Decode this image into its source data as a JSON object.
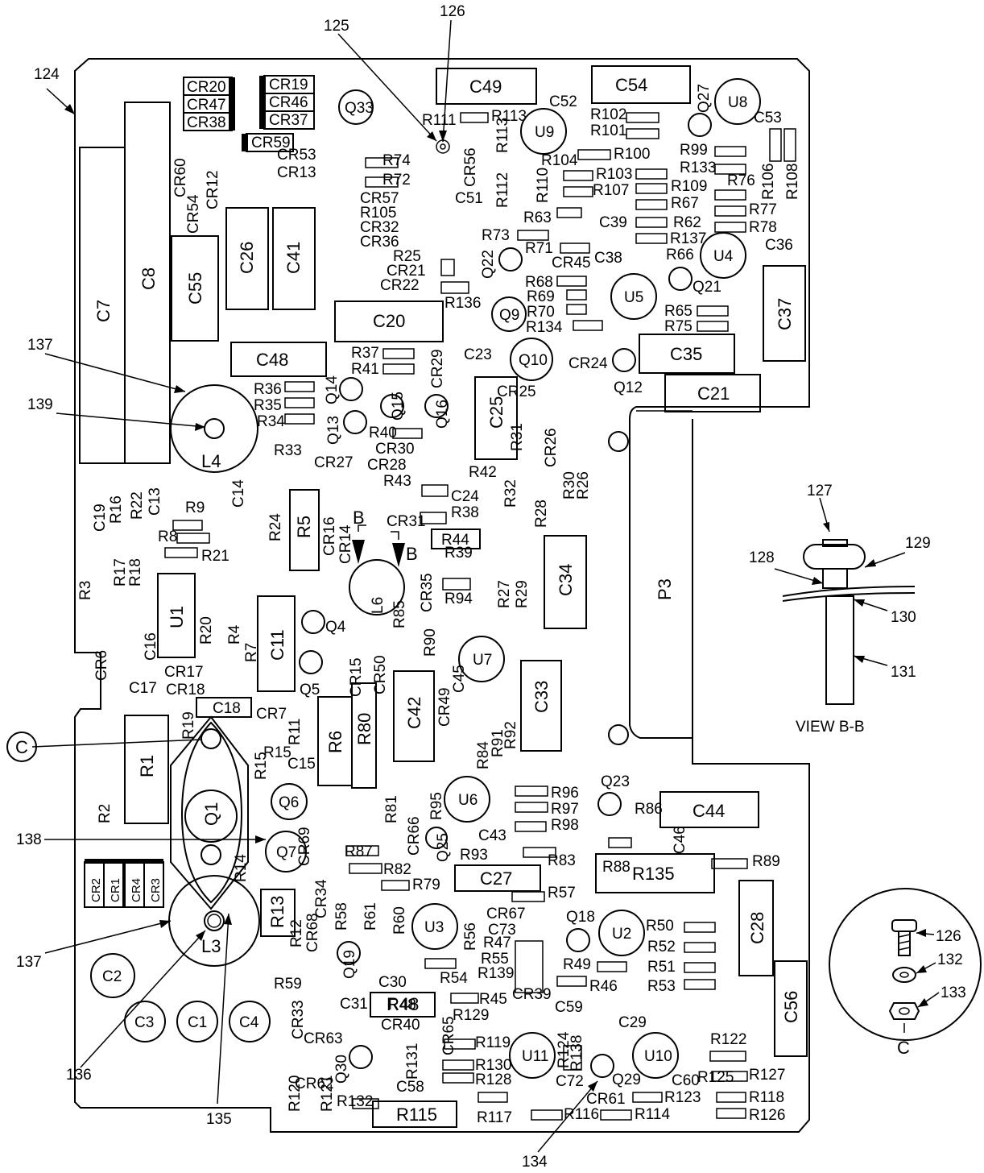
{
  "callouts": {
    "c124": "124",
    "c125": "125",
    "c126": "126",
    "c127": "127",
    "c128": "128",
    "c129": "129",
    "c130": "130",
    "c131": "131",
    "c132": "132",
    "c133": "133",
    "c134": "134",
    "c135": "135",
    "c136": "136",
    "c137a": "137",
    "c137b": "137",
    "c138": "138",
    "c139": "139",
    "c126b": "126"
  },
  "view_title": "VIEW B-B",
  "section_mark": "B",
  "point_c": "C",
  "detail_c": "C",
  "connector": "P3",
  "big_parts": {
    "C7": "C7",
    "C8": "C8",
    "C55": "C55",
    "C26": "C26",
    "C41": "C41",
    "C20": "C20",
    "C48": "C48",
    "C49": "C49",
    "C54": "C54",
    "C37": "C37",
    "C35": "C35",
    "C21": "C21",
    "C25": "C25",
    "C34": "C34",
    "C33": "C33",
    "C42": "C42",
    "C44": "C44",
    "C27": "C27",
    "C28": "C28",
    "C56": "C56",
    "C11": "C11",
    "C18": "C18",
    "R1": "R1",
    "R6": "R6",
    "R80": "R80",
    "R5": "R5",
    "R44": "R44",
    "R48": "R48",
    "R115": "R115",
    "R135": "R135",
    "U1": "U1",
    "R13": "R13"
  },
  "round_parts": {
    "Q33": "Q33",
    "U9": "U9",
    "U8": "U8",
    "U4": "U4",
    "U5": "U5",
    "Q9": "Q9",
    "Q10": "Q10",
    "U7": "U7",
    "U6": "U6",
    "U3": "U3",
    "U2": "U2",
    "U11": "U11",
    "U10": "U10",
    "Q1": "Q1",
    "Q6": "Q6",
    "Q7": "Q7",
    "L3": "L3",
    "L4": "L4",
    "L6": "L6",
    "C1": "C1",
    "C2": "C2",
    "C3": "C3",
    "C4": "C4",
    "Q4": "Q4",
    "Q5": "Q5",
    "Q23": "Q23",
    "Q18": "Q18",
    "Q19": "Q19",
    "Q30": "Q30",
    "Q29": "Q29",
    "Q12": "Q12",
    "Q21": "Q21",
    "Q22": "Q22",
    "Q27": "Q27",
    "Q13": "Q13",
    "Q14": "Q14",
    "Q15": "Q15",
    "Q16": "Q16",
    "Q25": "Q25"
  },
  "diode_block": [
    "CR20",
    "CR47",
    "CR38",
    "CR19",
    "CR46",
    "CR37",
    "CR59",
    "CR2",
    "CR1",
    "CR4",
    "CR3"
  ],
  "labels": [
    [
      "R74",
      475,
      205
    ],
    [
      "R72",
      475,
      229
    ],
    [
      "CR57",
      447,
      252
    ],
    [
      "R105",
      447,
      270
    ],
    [
      "CR32",
      447,
      288
    ],
    [
      "CR36",
      447,
      306
    ],
    [
      "R25",
      488,
      324
    ],
    [
      "CR21",
      480,
      342
    ],
    [
      "CR22",
      472,
      360
    ],
    [
      "R136",
      552,
      382
    ],
    [
      "R111",
      524,
      155
    ],
    [
      "R113",
      610,
      150
    ],
    [
      "C52",
      682,
      132
    ],
    [
      "R102",
      733,
      148
    ],
    [
      "R101",
      733,
      168
    ],
    [
      "R104",
      672,
      205
    ],
    [
      "R100",
      762,
      197
    ],
    [
      "R103",
      740,
      222
    ],
    [
      "R107",
      736,
      242
    ],
    [
      "R109",
      833,
      237
    ],
    [
      "R67",
      833,
      258
    ],
    [
      "R99",
      844,
      192
    ],
    [
      "R133",
      844,
      214
    ],
    [
      "R76",
      903,
      230
    ],
    [
      "R77",
      930,
      266
    ],
    [
      "R78",
      930,
      288
    ],
    [
      "C36",
      950,
      310
    ],
    [
      "R62",
      836,
      282
    ],
    [
      "R137",
      832,
      302
    ],
    [
      "R66",
      827,
      322
    ],
    [
      "R63",
      650,
      276
    ],
    [
      "C39",
      744,
      282
    ],
    [
      "R73",
      598,
      298
    ],
    [
      "R71",
      652,
      314
    ],
    [
      "C38",
      738,
      326
    ],
    [
      "CR45",
      685,
      332
    ],
    [
      "R68",
      652,
      356
    ],
    [
      "R69",
      654,
      374
    ],
    [
      "R70",
      654,
      393
    ],
    [
      "R134",
      653,
      412
    ],
    [
      "R65",
      825,
      392
    ],
    [
      "R75",
      825,
      411
    ],
    [
      "C53",
      936,
      152
    ],
    [
      "C51",
      565,
      252
    ],
    [
      "R37",
      436,
      444
    ],
    [
      "R41",
      436,
      464
    ],
    [
      "C23",
      576,
      446
    ],
    [
      "CR24",
      706,
      457
    ],
    [
      "R36",
      315,
      489
    ],
    [
      "R35",
      315,
      509
    ],
    [
      "R34",
      319,
      529
    ],
    [
      "R33",
      340,
      565
    ],
    [
      "CR27",
      390,
      580
    ],
    [
      "R40",
      458,
      543
    ],
    [
      "CR30",
      466,
      563
    ],
    [
      "CR28",
      456,
      583
    ],
    [
      "R43",
      476,
      603
    ],
    [
      "CR25",
      617,
      492
    ],
    [
      "R42",
      582,
      592
    ],
    [
      "C24",
      560,
      622
    ],
    [
      "R38",
      560,
      642
    ],
    [
      "CR31",
      480,
      653
    ],
    [
      "R39",
      552,
      692
    ],
    [
      "R94",
      552,
      749
    ],
    [
      "R9",
      230,
      636
    ],
    [
      "R8",
      196,
      672
    ],
    [
      "R21",
      250,
      696
    ],
    [
      "CR7",
      318,
      892
    ],
    [
      "CR17",
      204,
      840
    ],
    [
      "CR18",
      206,
      862
    ],
    [
      "R15",
      327,
      940
    ],
    [
      "C15",
      357,
      954
    ],
    [
      "R96",
      684,
      990
    ],
    [
      "R97",
      684,
      1010
    ],
    [
      "R98",
      684,
      1030
    ],
    [
      "R86",
      788,
      1010
    ],
    [
      "R87",
      428,
      1063
    ],
    [
      "C43",
      594,
      1043
    ],
    [
      "R93",
      571,
      1067
    ],
    [
      "R83",
      680,
      1074
    ],
    [
      "R88",
      748,
      1082
    ],
    [
      "R89",
      934,
      1075
    ],
    [
      "R82",
      476,
      1085
    ],
    [
      "R79",
      512,
      1104
    ],
    [
      "R57",
      680,
      1114
    ],
    [
      "CR67",
      604,
      1140
    ],
    [
      "C73",
      606,
      1160
    ],
    [
      "Q18",
      703,
      1144
    ],
    [
      "R50",
      802,
      1155
    ],
    [
      "R52",
      804,
      1181
    ],
    [
      "R51",
      804,
      1206
    ],
    [
      "R53",
      804,
      1230
    ],
    [
      "R47",
      600,
      1176
    ],
    [
      "R55",
      597,
      1196
    ],
    [
      "R139",
      593,
      1214
    ],
    [
      "CR39",
      636,
      1240
    ],
    [
      "R49",
      699,
      1203
    ],
    [
      "R46",
      732,
      1230
    ],
    [
      "C30",
      470,
      1225
    ],
    [
      "R54",
      546,
      1220
    ],
    [
      "R45",
      595,
      1246
    ],
    [
      "CR40",
      473,
      1278
    ],
    [
      "R129",
      562,
      1266
    ],
    [
      "C59",
      689,
      1256
    ],
    [
      "C29",
      768,
      1275
    ],
    [
      "R48",
      482,
      1253
    ],
    [
      "R59",
      340,
      1227
    ],
    [
      "C31",
      422,
      1252
    ],
    [
      "R119",
      590,
      1300
    ],
    [
      "R130",
      590,
      1328
    ],
    [
      "R128",
      590,
      1346
    ],
    [
      "R117",
      592,
      1393
    ],
    [
      "R116",
      700,
      1389
    ],
    [
      "R114",
      788,
      1389
    ],
    [
      "R123",
      825,
      1368
    ],
    [
      "C60",
      834,
      1347
    ],
    [
      "R125",
      866,
      1343
    ],
    [
      "R122",
      882,
      1296
    ],
    [
      "R127",
      930,
      1340
    ],
    [
      "R118",
      930,
      1368
    ],
    [
      "R126",
      930,
      1390
    ],
    [
      "C72",
      690,
      1348
    ],
    [
      "CR61",
      728,
      1370
    ],
    [
      "R132",
      418,
      1373
    ],
    [
      "CR62",
      366,
      1351
    ],
    [
      "C58",
      492,
      1355
    ]
  ]
}
